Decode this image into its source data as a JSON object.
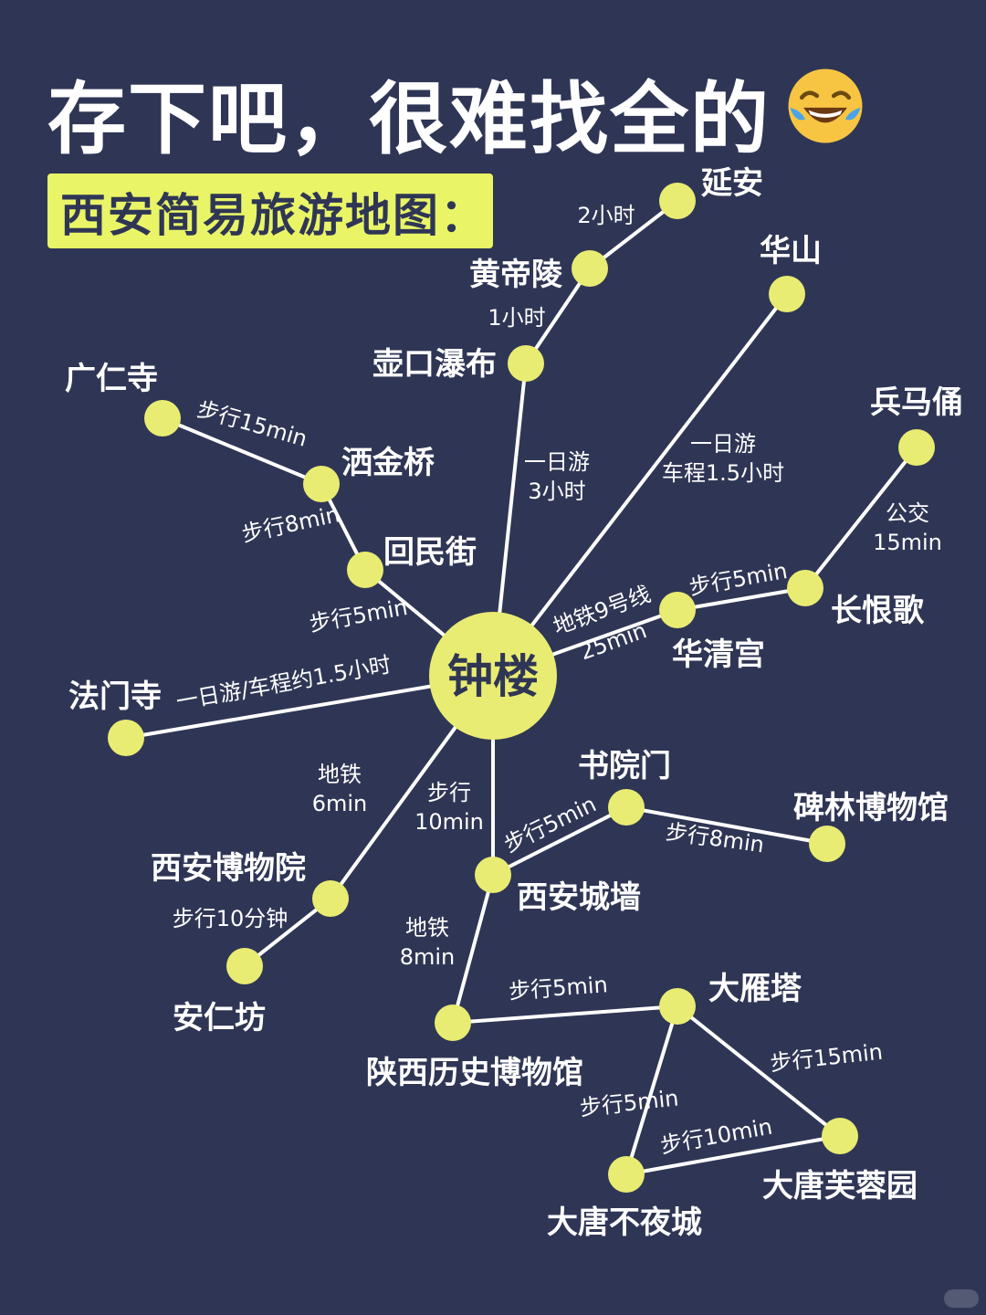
{
  "header": {
    "title": "存下吧，很难找全的",
    "title_emoji": "laughing-with-tears-icon",
    "subtitle": "西安简易旅游地图："
  },
  "colors": {
    "background": "#2f3655",
    "node": "#e9ec72",
    "line": "#ffffff",
    "subtitle_bg": "#e9f566",
    "text": "#ffffff"
  },
  "hub": {
    "label": "钟楼"
  },
  "nodes": [
    {
      "id": "yanan",
      "label": "延安"
    },
    {
      "id": "huangdiling",
      "label": "黄帝陵"
    },
    {
      "id": "hukou",
      "label": "壶口瀑布"
    },
    {
      "id": "huashan",
      "label": "华山"
    },
    {
      "id": "bingmayong",
      "label": "兵马俑"
    },
    {
      "id": "changhenge",
      "label": "长恨歌"
    },
    {
      "id": "huaqinggong",
      "label": "华清宫"
    },
    {
      "id": "guangrensi",
      "label": "广仁寺"
    },
    {
      "id": "sajinqiao",
      "label": "洒金桥"
    },
    {
      "id": "huiminjie",
      "label": "回民街"
    },
    {
      "id": "famensi",
      "label": "法门寺"
    },
    {
      "id": "xianbowuyuan",
      "label": "西安博物院"
    },
    {
      "id": "anrenfang",
      "label": "安仁坊"
    },
    {
      "id": "shuyuanmen",
      "label": "书院门"
    },
    {
      "id": "beilin",
      "label": "碑林博物馆"
    },
    {
      "id": "chengqiang",
      "label": "西安城墙"
    },
    {
      "id": "shaanxilishi",
      "label": "陕西历史博物馆"
    },
    {
      "id": "dayanta",
      "label": "大雁塔"
    },
    {
      "id": "furongyuan",
      "label": "大唐芙蓉园"
    },
    {
      "id": "buyecheng",
      "label": "大唐不夜城"
    }
  ],
  "edges": [
    {
      "from": "hukou",
      "to": "huangdiling",
      "label": [
        "1小时"
      ]
    },
    {
      "from": "huangdiling",
      "to": "yanan",
      "label": [
        "2小时"
      ]
    },
    {
      "from": "hub",
      "to": "hukou",
      "label": [
        "一日游",
        "3小时"
      ]
    },
    {
      "from": "hub",
      "to": "huashan",
      "label": [
        "一日游",
        "车程1.5小时"
      ]
    },
    {
      "from": "hub",
      "to": "huaqinggong",
      "label": [
        "地铁9号线",
        "25min"
      ]
    },
    {
      "from": "huaqinggong",
      "to": "changhenge",
      "label": [
        "步行5min"
      ]
    },
    {
      "from": "changhenge",
      "to": "bingmayong",
      "label": [
        "公交",
        "15min"
      ]
    },
    {
      "from": "guangrensi",
      "to": "sajinqiao",
      "label": [
        "步行15min"
      ]
    },
    {
      "from": "sajinqiao",
      "to": "huiminjie",
      "label": [
        "步行8min"
      ]
    },
    {
      "from": "huiminjie",
      "to": "hub",
      "label": [
        "步行5min"
      ]
    },
    {
      "from": "hub",
      "to": "famensi",
      "label": [
        "一日游/车程约1.5小时"
      ]
    },
    {
      "from": "hub",
      "to": "xianbowuyuan",
      "label": [
        "地铁",
        "6min"
      ]
    },
    {
      "from": "xianbowuyuan",
      "to": "anrenfang",
      "label": [
        "步行10分钟"
      ]
    },
    {
      "from": "hub",
      "to": "chengqiang",
      "label": [
        "步行",
        "10min"
      ]
    },
    {
      "from": "chengqiang",
      "to": "shuyuanmen",
      "label": [
        "步行5min"
      ]
    },
    {
      "from": "shuyuanmen",
      "to": "beilin",
      "label": [
        "步行8min"
      ]
    },
    {
      "from": "chengqiang",
      "to": "shaanxilishi",
      "label": [
        "地铁",
        "8min"
      ]
    },
    {
      "from": "shaanxilishi",
      "to": "dayanta",
      "label": [
        "步行5min"
      ]
    },
    {
      "from": "dayanta",
      "to": "furongyuan",
      "label": [
        "步行15min"
      ]
    },
    {
      "from": "dayanta",
      "to": "buyecheng",
      "label": [
        "步行5min"
      ]
    },
    {
      "from": "buyecheng",
      "to": "furongyuan",
      "label": [
        "步行10min"
      ]
    }
  ]
}
